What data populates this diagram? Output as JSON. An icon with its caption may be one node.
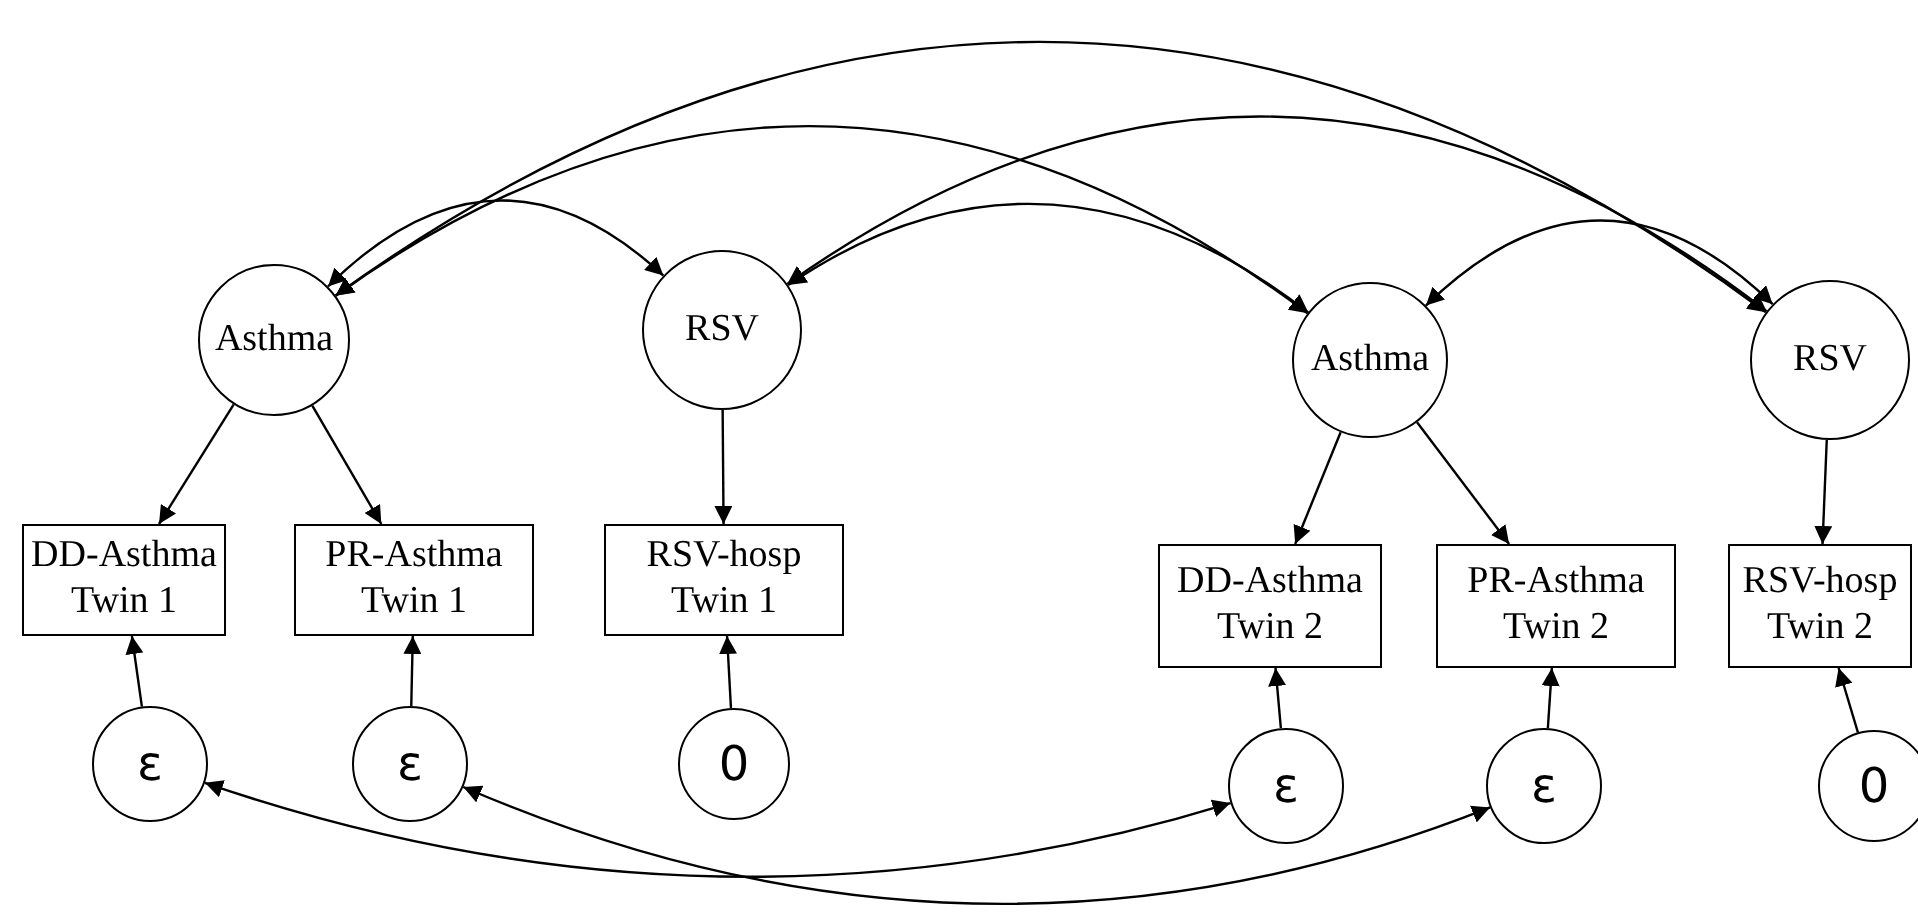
{
  "diagram": {
    "nodes": [
      {
        "text": [
          "Asthma"
        ]
      },
      {
        "text": [
          "RSV"
        ]
      },
      {
        "text": [
          "Asthma"
        ]
      },
      {
        "text": [
          "RSV"
        ]
      },
      {
        "text": [
          "DD-Asthma Twin 1"
        ]
      },
      {
        "text": [
          "PR-Asthma Twin 1"
        ]
      },
      {
        "text": [
          "RSV-hosp Twin 1"
        ]
      },
      {
        "text": [
          "DD-Asthma Twin 2"
        ]
      },
      {
        "text": [
          "PR-Asthma Twin 2"
        ]
      },
      {
        "text": [
          "RSV-hosp Twin 2"
        ]
      },
      {
        "text": [
          "ε"
        ]
      },
      {
        "text": [
          "ε"
        ]
      },
      {
        "text": [
          "0"
        ]
      },
      {
        "text": [
          "ε"
        ]
      },
      {
        "text": [
          "ε"
        ]
      },
      {
        "text": [
          "0"
        ]
      }
    ],
    "edges": [
      {
        "from": 0,
        "to": 4,
        "arrow": "to"
      },
      {
        "from": 0,
        "to": 5,
        "arrow": "to"
      },
      {
        "from": 1,
        "to": 6,
        "arrow": "to"
      },
      {
        "from": 2,
        "to": 7,
        "arrow": "to"
      },
      {
        "from": 2,
        "to": 8,
        "arrow": "to"
      },
      {
        "from": 3,
        "to": 9,
        "arrow": "to"
      },
      {
        "from": 10,
        "to": 4,
        "arrow": "to"
      },
      {
        "from": 11,
        "to": 5,
        "arrow": "to"
      },
      {
        "from": 12,
        "to": 6,
        "arrow": "to"
      },
      {
        "from": 13,
        "to": 7,
        "arrow": "to"
      },
      {
        "from": 14,
        "to": 8,
        "arrow": "to"
      },
      {
        "from": 15,
        "to": 9,
        "arrow": "to"
      },
      {
        "from": 0,
        "to": 1,
        "arrow": "both"
      },
      {
        "from": 0,
        "to": 2,
        "arrow": "both"
      },
      {
        "from": 0,
        "to": 3,
        "arrow": "both"
      },
      {
        "from": 1,
        "to": 2,
        "arrow": "both"
      },
      {
        "from": 1,
        "to": 3,
        "arrow": "both"
      },
      {
        "from": 2,
        "to": 3,
        "arrow": "both"
      },
      {
        "from": 10,
        "to": 13,
        "arrow": "both"
      },
      {
        "from": 11,
        "to": 14,
        "arrow": "both"
      }
    ]
  }
}
